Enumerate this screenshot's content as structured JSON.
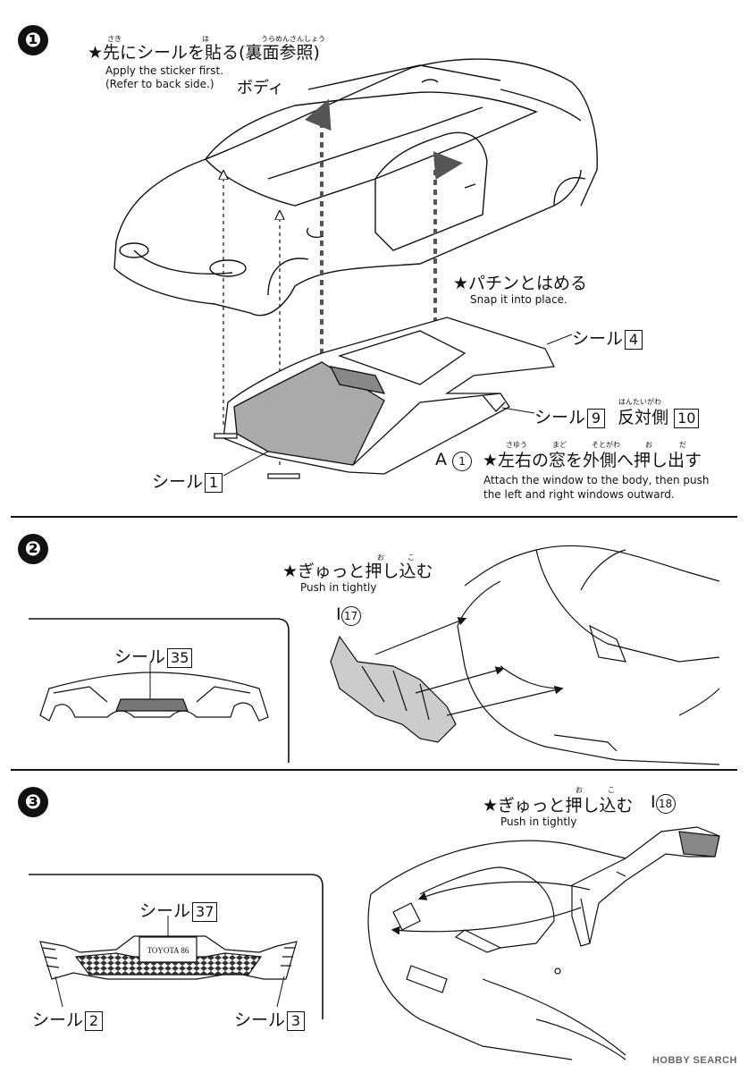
{
  "step1": {
    "number": "❶",
    "note1_jp": "★先にシールを貼る(裏面参照)",
    "note1_ruby": [
      "さき",
      "は",
      "うらめんさんしょう"
    ],
    "note1_en1": "Apply the sticker first.",
    "note1_en2": "(Refer to back side.)",
    "body_label": "ボディ",
    "note2_jp": "★パチンとはめる",
    "note2_en": "Snap it into place.",
    "seal4_text": "シール",
    "seal4_num": "4",
    "seal9_text": "シール",
    "seal9_num": "9",
    "opposite_ruby": "はんたいがわ",
    "opposite_text": "反対側",
    "seal10_num": "10",
    "seal1_text": "シール",
    "seal1_num": "1",
    "part_letter": "A",
    "part_num": "1",
    "note3_jp": "★左右の窓を外側へ押し出す",
    "note3_ruby": [
      "さゆう",
      "まど",
      "そとがわ",
      "お",
      "だ"
    ],
    "note3_en1": "Attach the window to the body, then push",
    "note3_en2": "the left and right windows outward."
  },
  "step2": {
    "number": "❷",
    "note_jp": "★ぎゅっと押し込む",
    "note_ruby": [
      "お",
      "こ"
    ],
    "note_en": "Push in tightly",
    "part_letter": "I",
    "part_num": "17",
    "seal_text": "シール",
    "seal_num": "35"
  },
  "step3": {
    "number": "❸",
    "note_jp": "★ぎゅっと押し込む",
    "note_ruby": [
      "お",
      "こ"
    ],
    "note_en": "Push in tightly",
    "part_letter": "I",
    "part_num": "18",
    "seal37_text": "シール",
    "seal37_num": "37",
    "plate_text": "TOYOTA 86",
    "seal2_text": "シール",
    "seal2_num": "2",
    "seal3_text": "シール",
    "seal3_num": "3"
  },
  "watermark": "HOBBY SEARCH"
}
